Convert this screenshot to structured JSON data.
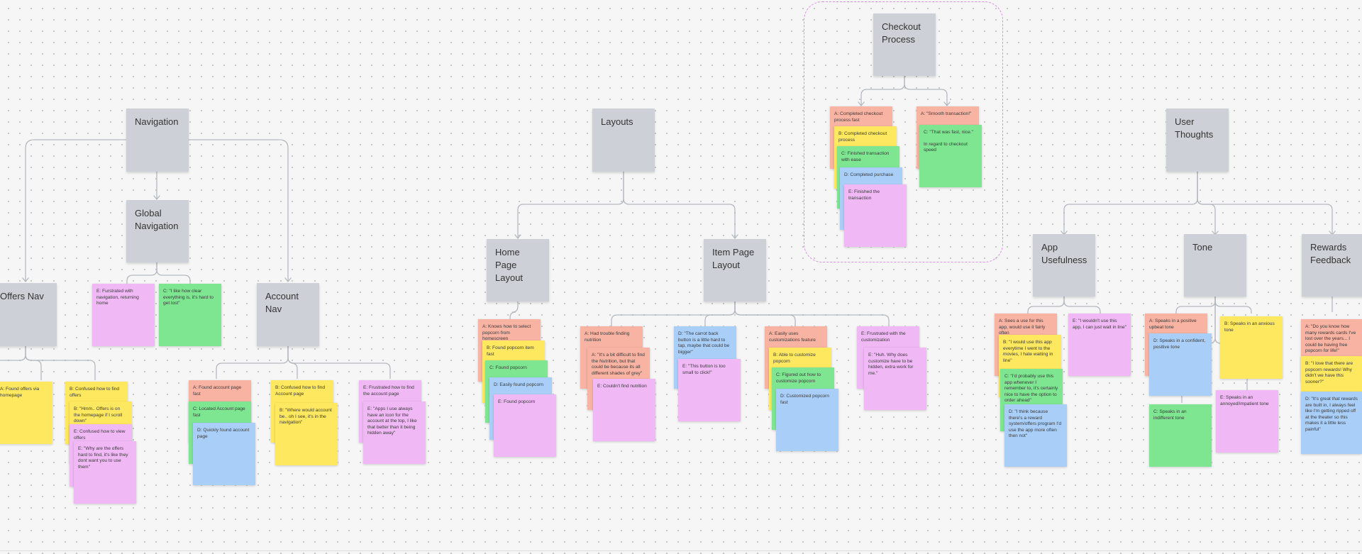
{
  "colors": {
    "node": "#cdd1d7",
    "salmon": "#f8b3a3",
    "yellow": "#fde85f",
    "green": "#7ee591",
    "blue": "#a9cff8",
    "pink": "#f0b8f5",
    "connector": "#b4b8be",
    "frame": "#d98fe2"
  },
  "nodes": {
    "navigation": "Navigation",
    "global_navigation": "Global Navigation",
    "offers_nav": "Offers Nav",
    "account_nav": "Account Nav",
    "layouts": "Layouts",
    "home_page_layout": "Home Page Layout",
    "item_page_layout": "Item Page Layout",
    "checkout_process": "Checkout Process",
    "user_thoughts": "User Thoughts",
    "app_usefulness": "App Usefulness",
    "tone": "Tone",
    "rewards_feedback": "Rewards Feedback"
  },
  "notes": {
    "global": {
      "e": "E: Furstrated with navigation, returning home",
      "c": "C: \"I like how clear everything is, it's hard to get lost\""
    },
    "offers": {
      "a": "A: Found offers via homepage",
      "b1": "B: Confused how to find offers",
      "b2": "B: \"Hmm.. Offers is on the homepage if I scroll down\"",
      "e1": "E: Confused how to view offers",
      "e2": "E: \"Why are the offers hard to find, it's like they dont want you to use them\""
    },
    "account": {
      "a": "A: Found account page fast",
      "c": "C: Located Account page fast",
      "d": "D: Quickly found account page",
      "b1": "B: Confused how to find Account page",
      "b2": "B: \"Where would account be.. oh I see, it's in the navigation\"",
      "e1": "E: Frustrated how to find the account page",
      "e2": "E: \"Apps I use always have an icon for the account at the top, I like that better than it being hidden away\""
    },
    "home": {
      "a": "A: Knows how to select popcorn from homescreen",
      "b": "B: Found popcorn item fast",
      "c": "C: Found popcorn",
      "d": "D: Easily found popcorn",
      "e": "E: Found popcorn"
    },
    "item": {
      "a1": "A: Had trouble finding nutrition",
      "a2": "A: \"It's a bit difficult to find the Nutrition, but that could be because its all different shades of grey\"",
      "e_nut": "E: Couldn't find nutrition",
      "d1": "D: \"The carrot back button is a little hard to tap, maybe that could be bigger\"",
      "e_btn": "E: \"This button is too small to click!\"",
      "a3": "A: Easily uses customizations feature",
      "b": "B: Able to customize popcorn",
      "c": "C: Figured out how to customize popcorn",
      "d2": "D: Customized popcorn fast",
      "e1": "E: Frustrated with the customization",
      "e2": "E: \"Huh. Why does customize have to be hidden, extra work for me.\""
    },
    "checkout": {
      "a1": "A: Completed checkout process fast",
      "b": "B: Completed checkout process",
      "c": "C: Finished transaction with ease",
      "d": "D: Completed purchase",
      "e": "E: Finished the transaction",
      "a2": "A: \"Smooth transaction!\"",
      "c2": "C: \"That was fast, nice.\"",
      "c2_sub": "In regard to checkout speed"
    },
    "usefulness": {
      "a": "A: Sees a use for this app, would use it fairly often",
      "b": "B: \"I would use this app everytime I went to the movies, I hate waiting in line\"",
      "c": "C: \"I'd probably use this app whenever I remember to, it's certainly nice to have the option to order ahead\"",
      "d": "D: \"I think because there's a reward system/offers program I'd use the app more often then not\"",
      "e": "E: \"I wouldn't use this app, I can just wait in line\""
    },
    "tone": {
      "a": "A: Speaks in a positive upbeat tone",
      "d": "D: Speaks in a confident, positive tone",
      "c": "C: Speaks in an indifferent tone",
      "b": "B: Speaks in an anxious tone",
      "e": "E: Speaks in an annoyed/impatient tone"
    },
    "rewards": {
      "a": "A: \"Do you know how many rewards cards I've lost over the years... I could be having free popcorn for life!\"",
      "b": "B: \"I love that there are popcorn rewards! Why didn't we have this sooner?\"",
      "d": "D: \"It's great that rewards are built in, I always feel like I'm getting ripped off at the theater so this makes it a little less painful\""
    }
  }
}
